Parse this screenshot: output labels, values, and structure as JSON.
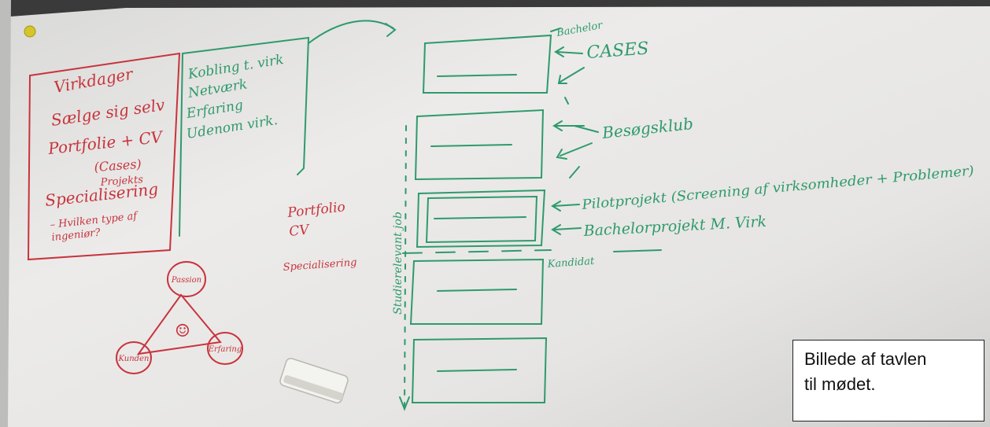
{
  "photo": {
    "colors": {
      "board": "#e9e8e6",
      "green_marker": "#2f9a6c",
      "red_marker": "#c8333c"
    },
    "left_box_red": [
      "Virkdager",
      "Sælge sig selv",
      "Portfolie + CV",
      "(Cases)",
      "Projekts",
      "Specialisering",
      "– Hvilken type af",
      "ingeniør?"
    ],
    "left_box_green": [
      "Kobling t. virk",
      "Netværk",
      "Erfaring",
      "Udenom virk."
    ],
    "red_middle": [
      "Portfolio",
      "CV",
      "Specialisering"
    ],
    "triangle": {
      "top": "Passion",
      "left": "Kunden",
      "right": "Erfaring",
      "center": "☺"
    },
    "stack_top_label": "Bachelor",
    "stack_mid_label": "Kandidat",
    "vertical_label": "Studierelevant job",
    "right_labels": [
      "CASES",
      "Besøgsklub",
      "Pilotprojekt (Screening af virksomheder + Problemer)",
      "Bachelorprojekt M. Virk"
    ]
  },
  "caption": {
    "line1": "Billede af tavlen",
    "line2": "til mødet."
  }
}
